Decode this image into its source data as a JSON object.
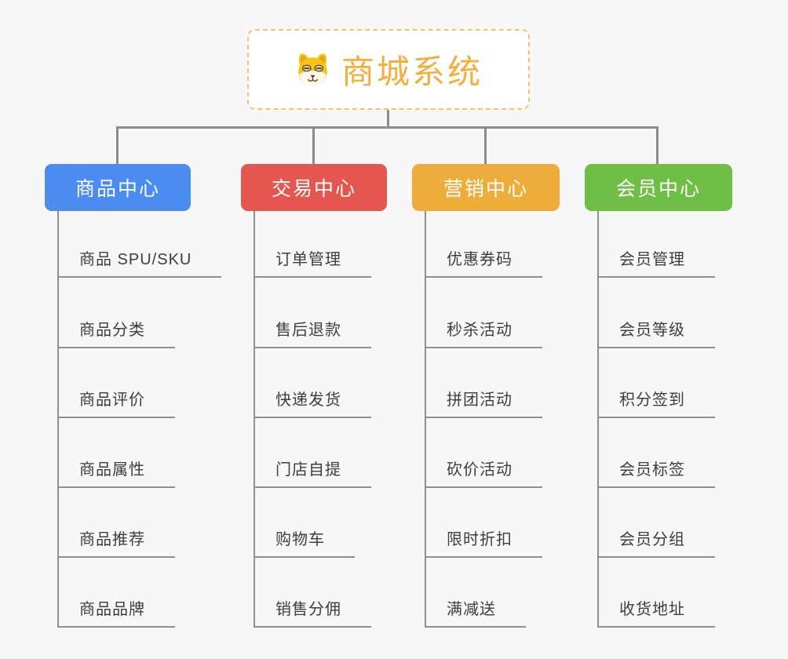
{
  "root": {
    "label": "商城系统",
    "icon": "shiba-dog-face-icon"
  },
  "branches": [
    {
      "label": "商品中心",
      "color": "#4a8cf0",
      "items": [
        "商品 SPU/SKU",
        "商品分类",
        "商品评价",
        "商品属性",
        "商品推荐",
        "商品品牌"
      ]
    },
    {
      "label": "交易中心",
      "color": "#e4564f",
      "items": [
        "订单管理",
        "售后退款",
        "快递发货",
        "门店自提",
        "购物车",
        "销售分佣"
      ]
    },
    {
      "label": "营销中心",
      "color": "#eead3b",
      "items": [
        "优惠券码",
        "秒杀活动",
        "拼团活动",
        "砍价活动",
        "限时折扣",
        "满减送"
      ]
    },
    {
      "label": "会员中心",
      "color": "#6fbe45",
      "items": [
        "会员管理",
        "会员等级",
        "积分签到",
        "会员标签",
        "会员分组",
        "收货地址"
      ]
    }
  ],
  "theme": {
    "background": "#f7f7f7",
    "connector_color": "#8c8c8c",
    "leaf_line_color": "#8f8f8f",
    "leaf_text_color": "#3d3d3d",
    "root_text_color": "#f5ae3c",
    "root_border_color": "#f3c373"
  }
}
